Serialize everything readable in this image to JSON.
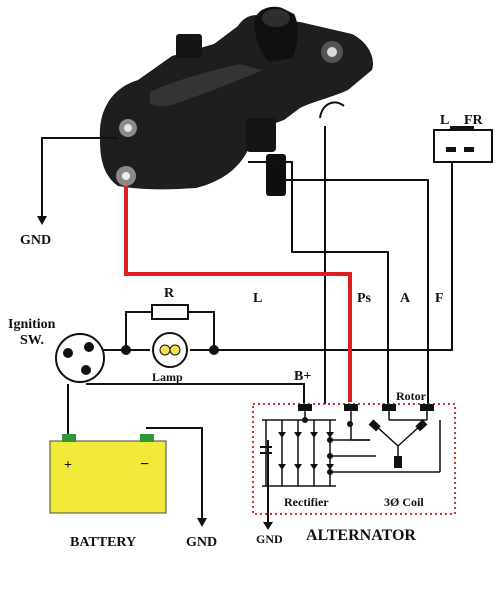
{
  "labels": {
    "gnd_regulator": "GND",
    "ignition_line1": "Ignition",
    "ignition_line2": "SW.",
    "resistor": "R",
    "lamp": "Lamp",
    "wire_l": "L",
    "wire_ps": "Ps",
    "wire_a": "A",
    "wire_f": "F",
    "b_plus": "B+",
    "connector_l": "L",
    "connector_fr": "FR",
    "rotor": "Rotor",
    "rectifier": "Rectifier",
    "coil": "3Ø Coil",
    "battery": "BATTERY",
    "gnd_battery": "GND",
    "gnd_alternator": "GND",
    "alternator": "ALTERNATOR",
    "battery_plus": "+",
    "battery_minus": "−"
  },
  "colors": {
    "wire": "#111111",
    "signal_wire": "#dd1f1f",
    "battery_body": "#f2ea3a",
    "battery_terminal": "#2f9a35",
    "alternator_outline": "#c23a3a",
    "regulator_body": "#1e1e1e"
  }
}
